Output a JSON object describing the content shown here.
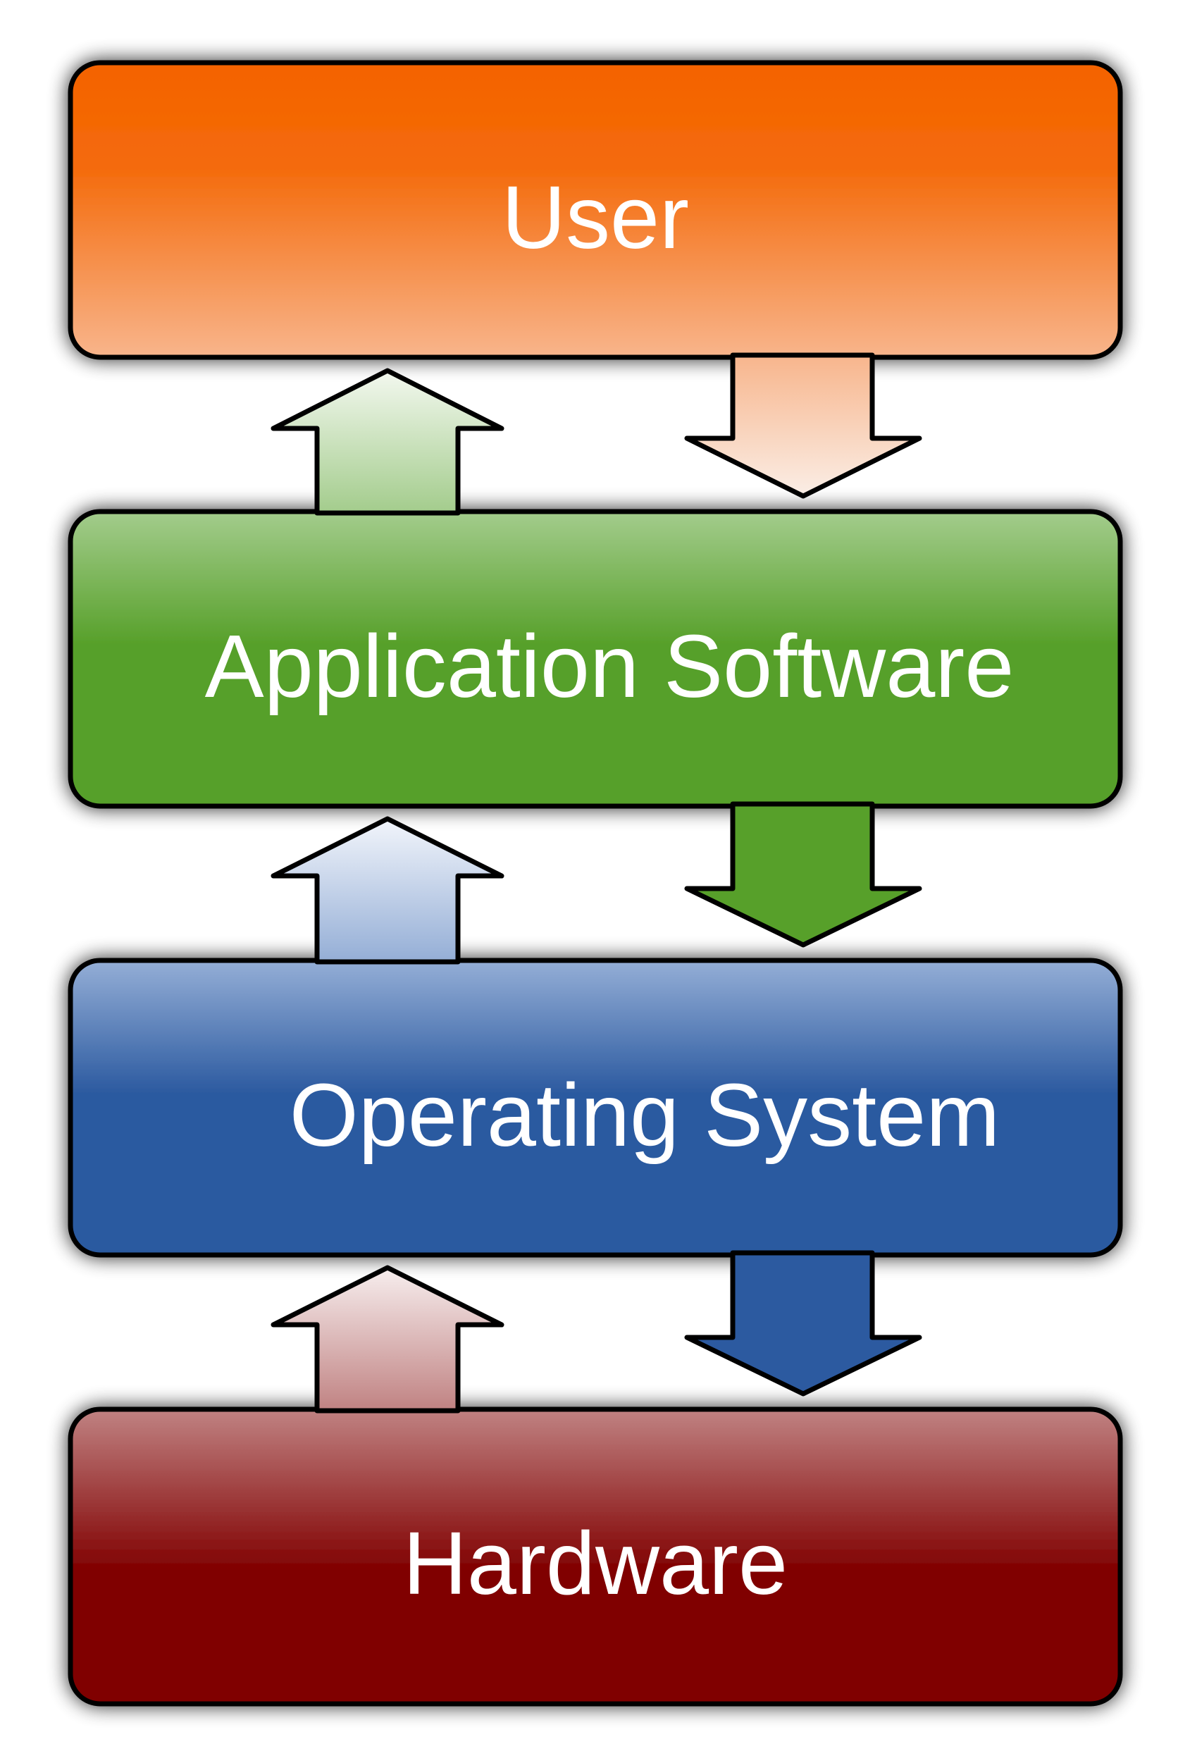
{
  "diagram": {
    "layers": [
      {
        "id": "user",
        "label": "User",
        "color_top": "#f46300",
        "color_bottom": "#f8b58c"
      },
      {
        "id": "application-software",
        "label": "Application Software",
        "color_top": "#a3cc8c",
        "color_bottom": "#57a02a"
      },
      {
        "id": "operating-system",
        "label": "Operating System",
        "color_top": "#94aed6",
        "color_bottom": "#2c5aa0"
      },
      {
        "id": "hardware",
        "label": "Hardware",
        "color_top": "#caa0a0",
        "color_bottom": "#800000"
      }
    ]
  }
}
